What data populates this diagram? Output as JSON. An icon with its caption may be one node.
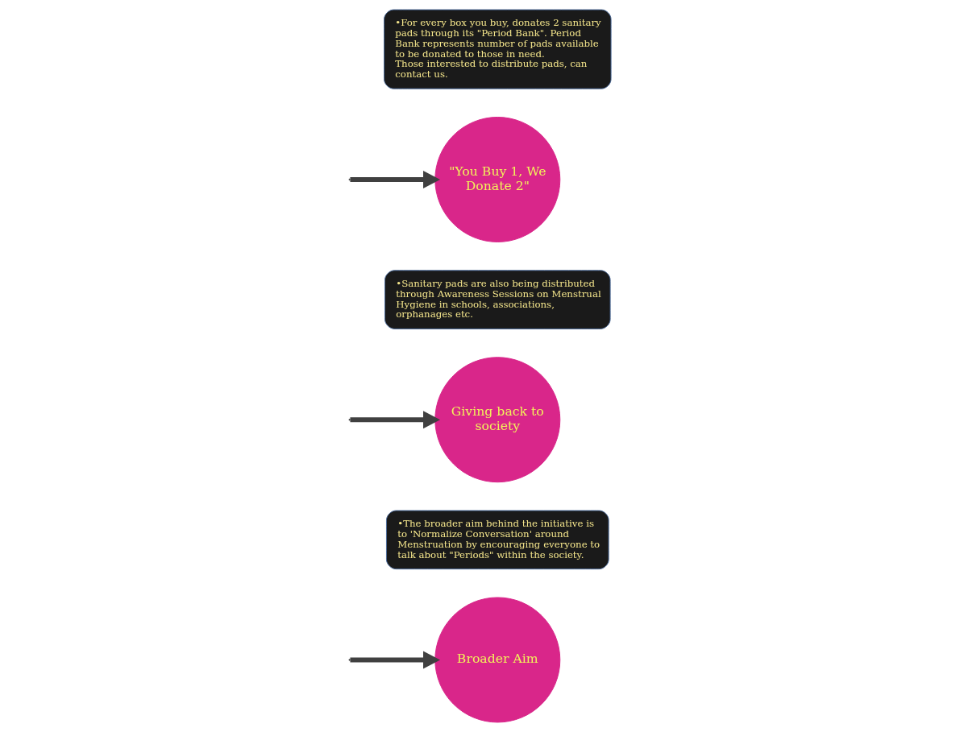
{
  "diagram": {
    "nodes": [
      {
        "text": [
          "Broader Aim"
        ]
      },
      {
        "text": [
          "•The broader aim behind the initiative is to 'Normalize Conversation' around Menstruation by encouraging everyone to talk about \"Periods\" within the society."
        ]
      },
      {
        "text": [
          "Giving back to society"
        ]
      },
      {
        "text": [
          "•Sanitary pads are also being distributed through Awareness Sessions on Menstrual Hygiene in schools, associations, orphanages etc."
        ]
      },
      {
        "text": [
          "\"You Buy 1, We Donate 2\""
        ]
      },
      {
        "text": [
          "•For every box you buy, donates 2 sanitary pads through its \"Period Bank\". Period Bank represents number of pads available to be donated to those in need.",
          "Those interested to distribute pads, can contact us."
        ]
      }
    ],
    "edges": [
      {
        "from": null,
        "to": 0,
        "arrow": "to"
      },
      {
        "from": null,
        "to": 2,
        "arrow": "to"
      },
      {
        "from": null,
        "to": 4,
        "arrow": "to"
      }
    ]
  }
}
